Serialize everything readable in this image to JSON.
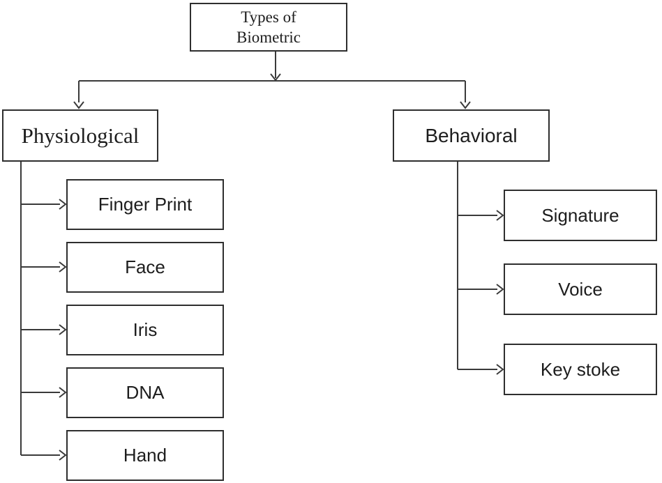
{
  "diagram": {
    "root": {
      "label": "Types of Biometric",
      "lines": [
        "Types of",
        "Biometric"
      ]
    },
    "branches": [
      {
        "label": "Physiological",
        "children": [
          {
            "label": "Finger Print"
          },
          {
            "label": "Face"
          },
          {
            "label": "Iris"
          },
          {
            "label": "DNA"
          },
          {
            "label": "Hand"
          }
        ]
      },
      {
        "label": "Behavioral",
        "children": [
          {
            "label": "Signature"
          },
          {
            "label": "Voice"
          },
          {
            "label": "Key stoke"
          }
        ]
      }
    ],
    "colors": {
      "background": "#ffffff",
      "line": "#3a3a3a",
      "border": "#2e2e2e",
      "text": "#1d1d1d"
    }
  }
}
